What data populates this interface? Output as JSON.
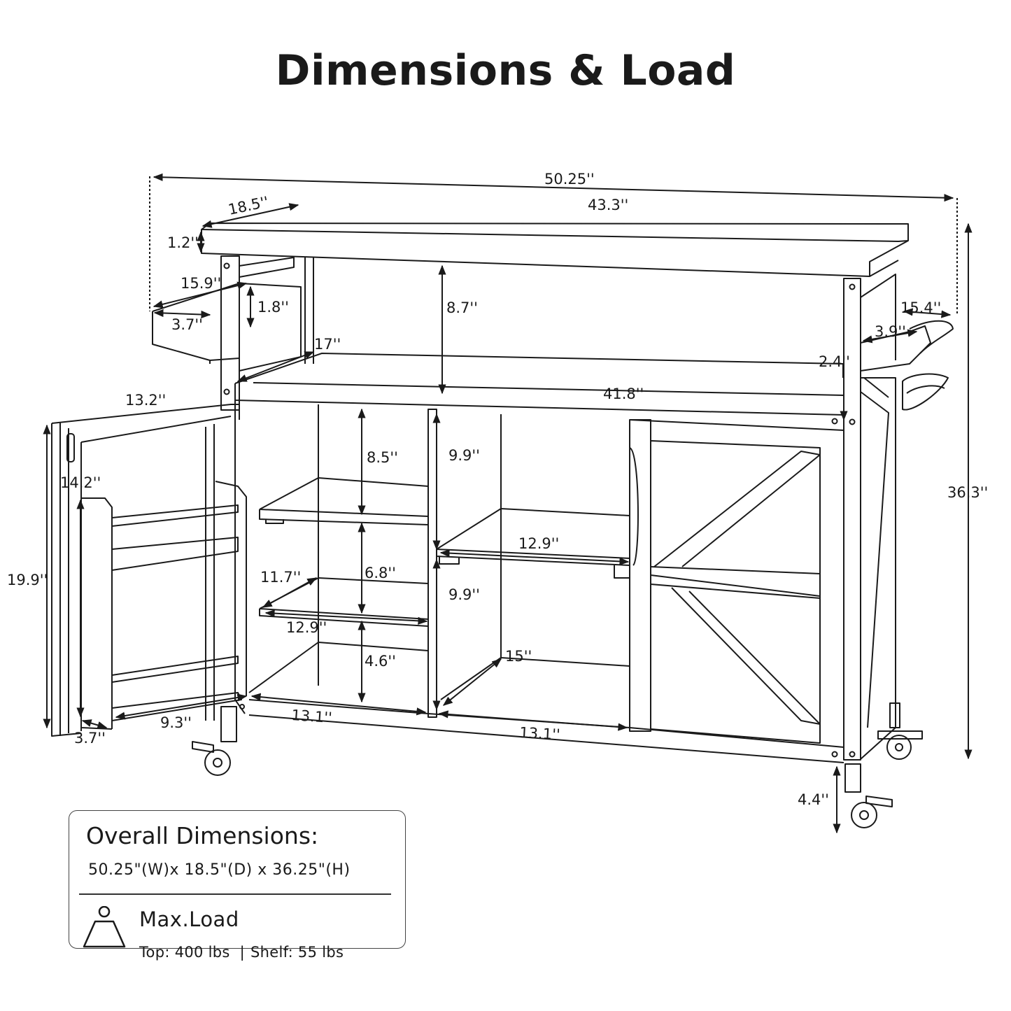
{
  "title": "Dimensions & Load",
  "dimensions": {
    "overall_width": "50.25''",
    "depth": "18.5''",
    "top_width": "43.3''",
    "top_thickness": "1.2''",
    "drawer_width": "15.9''",
    "drawer_height": "1.8''",
    "drawer_depth": "3.7''",
    "top_clearance": "8.7''",
    "top_shelf_depth": "17''",
    "top_shelf_width": "41.8''",
    "towel_rack_length": "15.4''",
    "towel_rack_depth": "3.9''",
    "towel_rack_height": "2.4''",
    "total_height": "36.3''",
    "door_width": "13.2''",
    "door_rack_height": "14.2''",
    "door_height": "19.9''",
    "door_rack_width": "9.3''",
    "door_rack_depth": "3.7''",
    "left_upper_gap": "8.5''",
    "left_middle_gap": "6.8''",
    "left_lower_gap": "4.6''",
    "left_shelf_depth": "11.7''",
    "left_shelf_width": "12.9''",
    "left_bottom_width": "13.1''",
    "middle_upper_gap": "9.9''",
    "middle_lower_gap": "9.9''",
    "middle_shelf_width": "12.9''",
    "middle_depth": "15''",
    "middle_bottom_width": "13.1''",
    "caster_height": "4.4''"
  },
  "summary": {
    "heading": "Overall Dimensions:",
    "dims": "50.25\"(W)x 18.5\"(D) x 36.25\"(H)",
    "load_heading": "Max.Load",
    "top_load": "Top: 400 lbs",
    "separator": "|",
    "shelf_load": "Shelf: 55 lbs"
  }
}
